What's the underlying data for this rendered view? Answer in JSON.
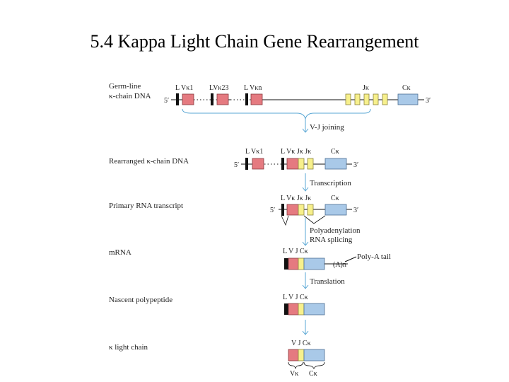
{
  "title": "5.4 Kappa Light Chain Gene Rearrangement",
  "rows": {
    "germline_line1": "Germ-line",
    "germline_line2": "κ-chain DNA",
    "rearranged": "Rearranged κ-chain DNA",
    "primary": "Primary RNA transcript",
    "mrna": "mRNA",
    "nascent": "Nascent polypeptide",
    "light_chain": "κ light chain"
  },
  "labels": {
    "l_vk1": "L Vκ1",
    "l_vk23": "LVκ23",
    "l_vkn": "L Vκn",
    "jk": "Jκ",
    "ck": "Cκ",
    "l_vk_jk_jk": "L Vκ Jκ Jκ",
    "l_v_j_ck": "L  V  J  Cκ",
    "v_j_ck": "V  J  Cκ",
    "vk": "Vκ",
    "five_prime": "5′",
    "three_prime": "3′",
    "poly_a": "(A)n",
    "poly_a_tail": "Poly-A tail"
  },
  "steps": {
    "vj_joining": "V-J joining",
    "transcription": "Transcription",
    "polyadenylation": "Polyadenylation",
    "rna_splicing": "RNA splicing",
    "translation": "Translation"
  },
  "colors": {
    "v_segment": "#e57a80",
    "j_segment": "#f7f08c",
    "c_segment": "#a9c9e8",
    "leader": "#111111",
    "arrow": "#5aa7d4"
  }
}
